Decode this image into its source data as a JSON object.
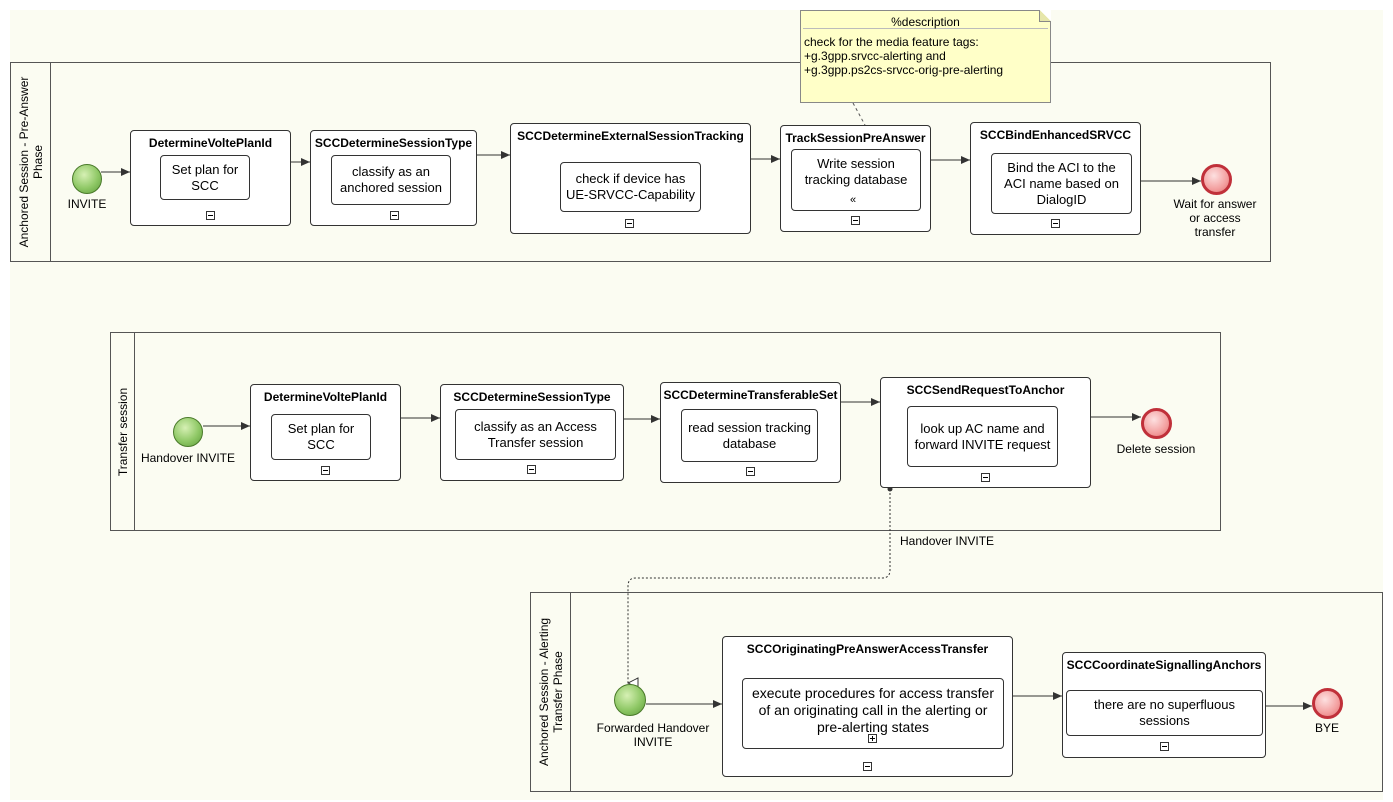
{
  "note": {
    "title": "%description",
    "body": "check for the media feature tags:\n+g.3gpp.srvcc-alerting and\n+g.3gpp.ps2cs-srvcc-orig-pre-alerting"
  },
  "pool1": {
    "label_line1": "Anchored Session - Pre-Answer",
    "label_line2": "Phase",
    "start_event": "INVITE",
    "end_event_line1": "Wait for answer",
    "end_event_line2": "or access",
    "end_event_line3": "transfer",
    "subprocesses": [
      {
        "title": "DetermineVoltePlanId",
        "task": "Set plan for SCC"
      },
      {
        "title": "SCCDetermineSessionType",
        "task": "classify as an anchored session"
      },
      {
        "title": "SCCDetermineExternalSessionTracking",
        "task": "check if device has UE-SRVCC-Capability"
      },
      {
        "title": "TrackSessionPreAnswer",
        "task": "Write session tracking database"
      },
      {
        "title": "SCCBindEnhancedSRVCC",
        "task": "Bind the ACI to the ACI name based on DialogID"
      }
    ]
  },
  "pool2": {
    "label": "Transfer session",
    "start_event": "Handover INVITE",
    "end_event": "Delete session",
    "subprocesses": [
      {
        "title": "DetermineVoltePlanId",
        "task": "Set plan for SCC"
      },
      {
        "title": "SCCDetermineSessionType",
        "task": "classify as an Access Transfer session"
      },
      {
        "title": "SCCDetermineTransferableSet",
        "task": "read session tracking database"
      },
      {
        "title": "SCCSendRequestToAnchor",
        "task": "look up AC name and forward INVITE request"
      }
    ]
  },
  "message_flow_label": "Handover INVITE",
  "pool3": {
    "label_line1": "Anchored Session - Alerting",
    "label_line2": "Transfer Phase",
    "start_event_line1": "Forwarded Handover",
    "start_event_line2": "INVITE",
    "end_event": "BYE",
    "subprocesses": [
      {
        "title": "SCCOriginatingPreAnswerAccessTransfer",
        "task": "execute procedures for access transfer of an originating call in the alerting or pre-alerting states"
      },
      {
        "title": "SCCCoordinateSignallingAnchors",
        "task": "there are no superfluous sessions"
      }
    ]
  },
  "colors": {
    "start_event": "#8fc866",
    "end_event": "#c0303a",
    "note_fill": "#ffffc8",
    "background_tint": "#fbfcf2"
  }
}
